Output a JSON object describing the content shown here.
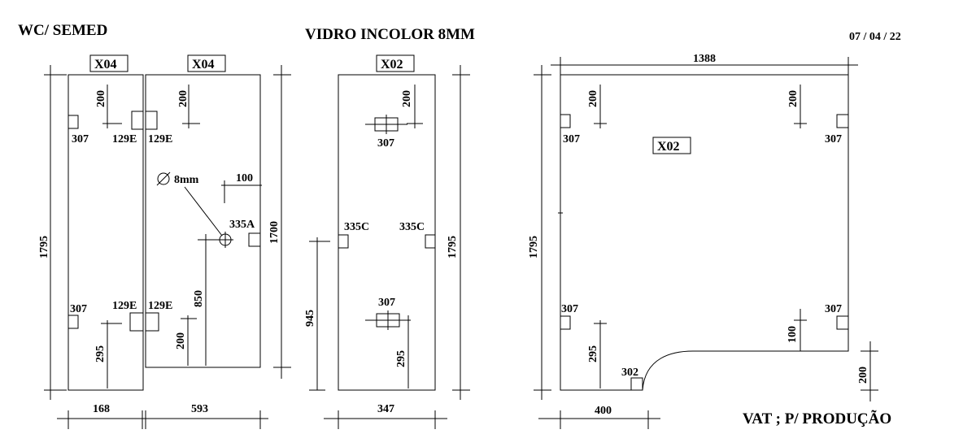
{
  "header": {
    "left": "WC/ SEMED",
    "center": "VIDRO INCOLOR 8MM",
    "date": "07 / 04 / 22"
  },
  "footer": {
    "note": "VAT ; P/ PRODUÇÃO"
  },
  "panels": {
    "p1": {
      "label": "X04"
    },
    "p2": {
      "label": "X04"
    },
    "p3": {
      "label": "X02"
    },
    "p4": {
      "label": "X02"
    }
  },
  "dimensions": {
    "height_left": "1795",
    "width_p1": "168",
    "width_p2": "593",
    "height_p2": "1700",
    "offset_200": "200",
    "offset_295": "295",
    "offset_850": "850",
    "offset_100": "100",
    "height_p3": "1795",
    "offset_945": "945",
    "width_p3": "347",
    "width_p4": "1388",
    "height_p4": "1795",
    "width_400": "400"
  },
  "hardware": {
    "h307": "307",
    "h129e": "129E",
    "h335a": "335A",
    "h335c": "335C",
    "h302": "302",
    "hole": "8mm"
  }
}
